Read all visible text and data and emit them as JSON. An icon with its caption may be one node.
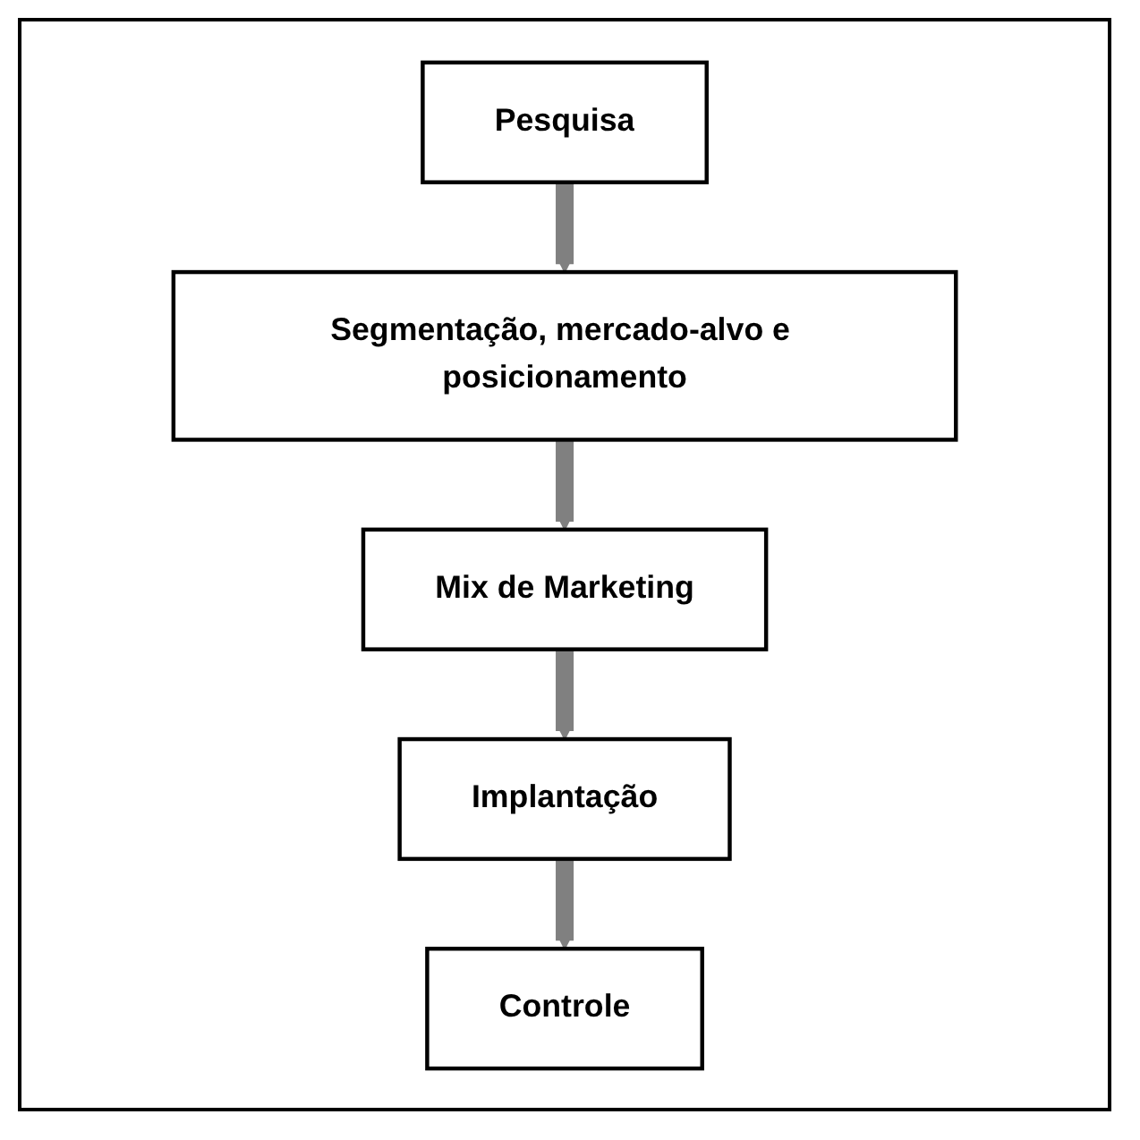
{
  "diagram": {
    "nodes": [
      {
        "text": [
          "Pesquisa"
        ]
      },
      {
        "text": [
          "Segmentação, mercado-alvo e posicionamento"
        ]
      },
      {
        "text": [
          "Mix de Marketing"
        ]
      },
      {
        "text": [
          "Implantação"
        ]
      },
      {
        "text": [
          "Controle"
        ]
      }
    ],
    "edges": [
      {
        "from": 0,
        "to": 1,
        "arrow": "to"
      },
      {
        "from": 1,
        "to": 2,
        "arrow": "to"
      },
      {
        "from": 2,
        "to": 3,
        "arrow": "to"
      },
      {
        "from": 3,
        "to": 4,
        "arrow": "to"
      }
    ]
  }
}
